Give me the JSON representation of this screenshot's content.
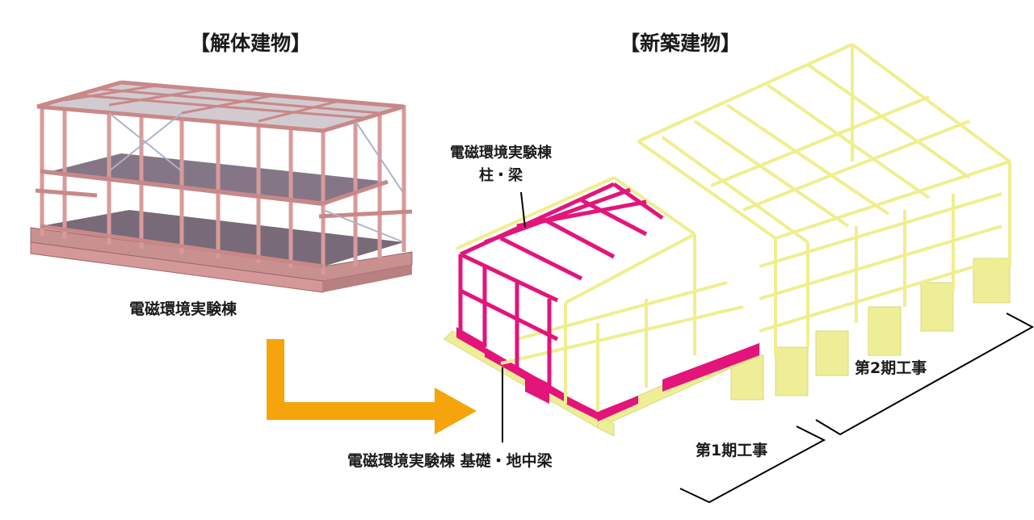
{
  "titles": {
    "demolition": "【解体建物】",
    "new_construction": "【新築建物】"
  },
  "captions": {
    "old_building": "電磁環境実験棟",
    "columns_beams_line1": "電磁環境実験棟",
    "columns_beams_line2": "柱・梁",
    "foundation": "電磁環境実験棟 基礎・地中梁",
    "phase1": "第1期工事",
    "phase2": "第2期工事"
  },
  "colors": {
    "old_frame": "#e0a0a0",
    "old_floor": "#6a5a6a",
    "new_frame": "#f2f09a",
    "highlight": "#e3147a",
    "arrow": "#f5a40c",
    "line": "#000000"
  }
}
